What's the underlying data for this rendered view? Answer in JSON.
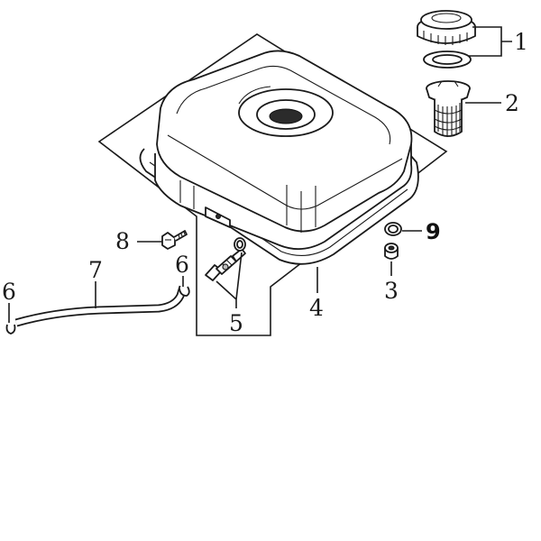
{
  "diagram": {
    "callouts": [
      {
        "id": "1",
        "text": "1"
      },
      {
        "id": "2",
        "text": "2"
      },
      {
        "id": "3",
        "text": "3"
      },
      {
        "id": "4",
        "text": "4"
      },
      {
        "id": "5",
        "text": "5"
      },
      {
        "id": "6a",
        "text": "6"
      },
      {
        "id": "6b",
        "text": "6"
      },
      {
        "id": "7",
        "text": "7"
      },
      {
        "id": "8",
        "text": "8"
      },
      {
        "id": "9",
        "text": "9"
      }
    ]
  }
}
